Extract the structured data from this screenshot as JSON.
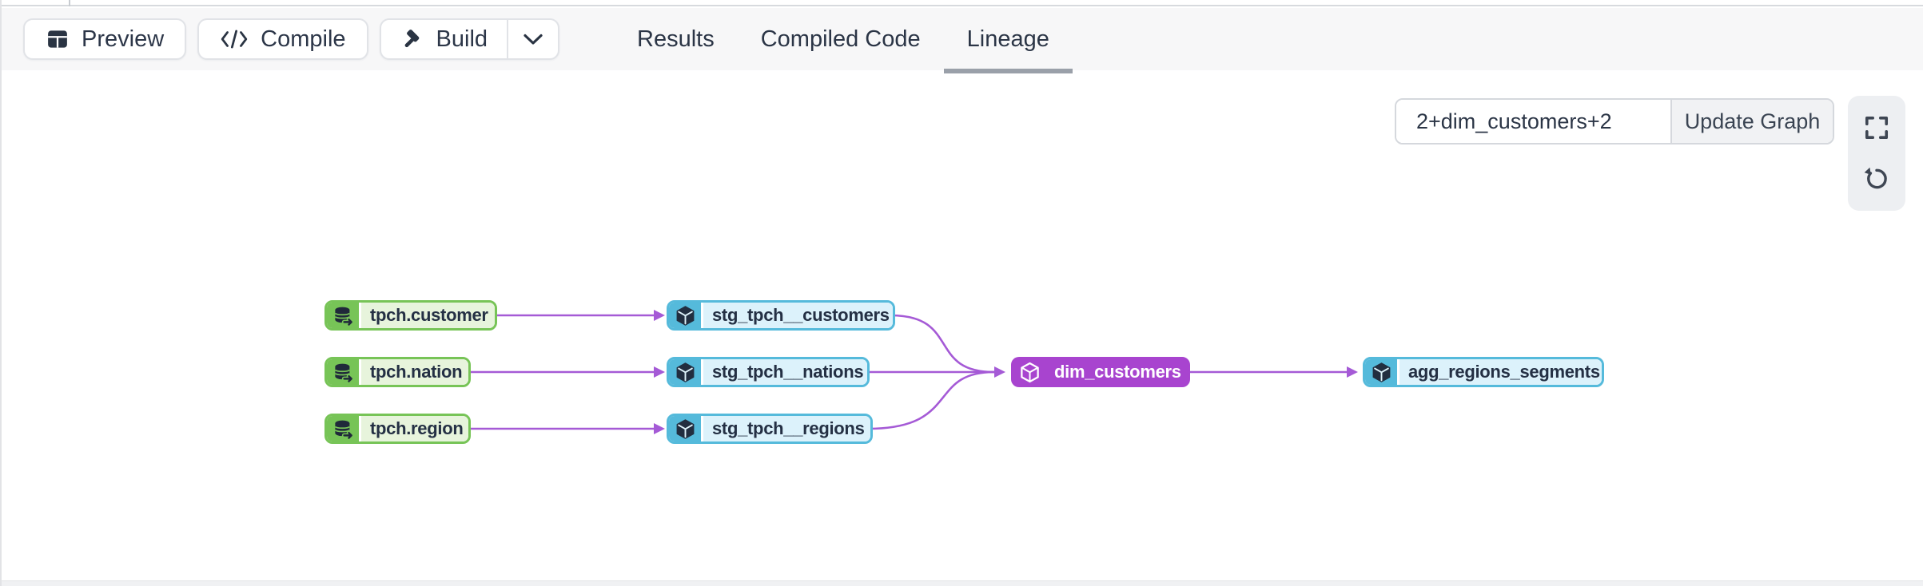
{
  "toolbar": {
    "preview_label": "Preview",
    "compile_label": "Compile",
    "build_label": "Build"
  },
  "tabs": [
    {
      "label": "Results",
      "active": false
    },
    {
      "label": "Compiled Code",
      "active": false
    },
    {
      "label": "Lineage",
      "active": true
    }
  ],
  "lineage_controls": {
    "selector_value": "2+dim_customers+2",
    "update_button_label": "Update Graph"
  },
  "graph": {
    "nodes": [
      {
        "label": "tpch.customer",
        "type": "source"
      },
      {
        "label": "tpch.nation",
        "type": "source"
      },
      {
        "label": "tpch.region",
        "type": "source"
      },
      {
        "label": "stg_tpch__customers",
        "type": "model"
      },
      {
        "label": "stg_tpch__nations",
        "type": "model"
      },
      {
        "label": "stg_tpch__regions",
        "type": "model"
      },
      {
        "label": "dim_customers",
        "type": "model-selected"
      },
      {
        "label": "agg_regions_segments",
        "type": "model"
      }
    ],
    "edges": [
      {
        "from": "tpch.customer",
        "to": "stg_tpch__customers"
      },
      {
        "from": "tpch.nation",
        "to": "stg_tpch__nations"
      },
      {
        "from": "tpch.region",
        "to": "stg_tpch__regions"
      },
      {
        "from": "stg_tpch__customers",
        "to": "dim_customers"
      },
      {
        "from": "stg_tpch__nations",
        "to": "dim_customers"
      },
      {
        "from": "stg_tpch__regions",
        "to": "dim_customers"
      },
      {
        "from": "dim_customers",
        "to": "agg_regions_segments"
      }
    ],
    "colors": {
      "source_green": "#77c457",
      "source_green_light": "#e7f4dc",
      "model_blue": "#55badb",
      "model_blue_light": "#dcf2fb",
      "selected_purple": "#a844cf",
      "edge_purple": "#a55ad6"
    },
    "icons": [
      "database-icon",
      "cube-icon",
      "fullscreen-icon",
      "reset-view-icon",
      "table-icon",
      "code-icon",
      "hammer-icon",
      "chevron-down-icon"
    ]
  }
}
